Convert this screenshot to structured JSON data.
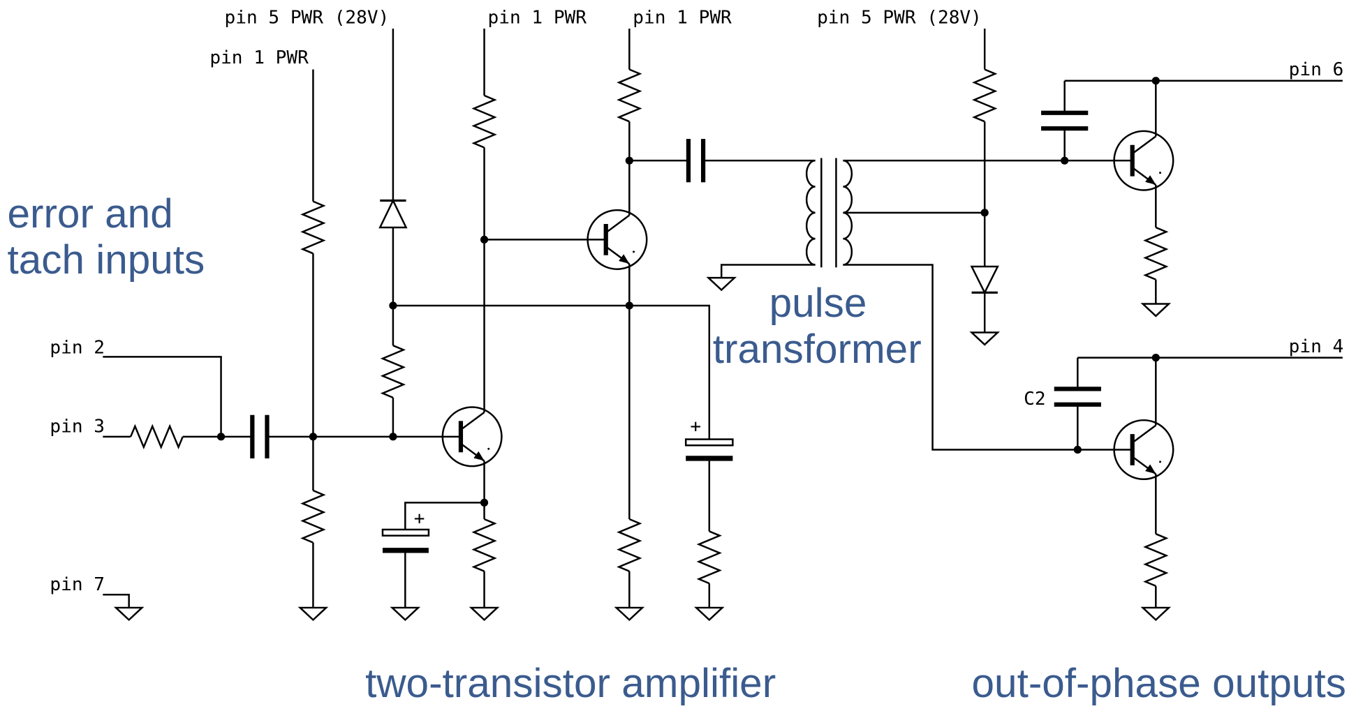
{
  "colors": {
    "annotation_text": "#3b5b8e",
    "wire": "#000000",
    "background": "#ffffff"
  },
  "power_labels": {
    "left_28v": "pin 5 PWR (28V)",
    "left_pin1": "pin 1 PWR",
    "t1_collector_pin1": "pin 1 PWR",
    "t2_collector_pin1": "pin 1 PWR",
    "right_28v": "pin 5 PWR (28V)"
  },
  "pin_labels": {
    "pin2": "pin 2",
    "pin3": "pin 3",
    "pin7": "pin 7",
    "pin6": "pin 6",
    "pin4": "pin 4"
  },
  "component_labels": {
    "c2": "C2",
    "polarity_plus": "+"
  },
  "section_labels": {
    "inputs_line1": "error and",
    "inputs_line2": "tach inputs",
    "transformer_line1": "pulse",
    "transformer_line2": "transformer",
    "amplifier": "two-transistor amplifier",
    "outputs": "out-of-phase outputs"
  }
}
